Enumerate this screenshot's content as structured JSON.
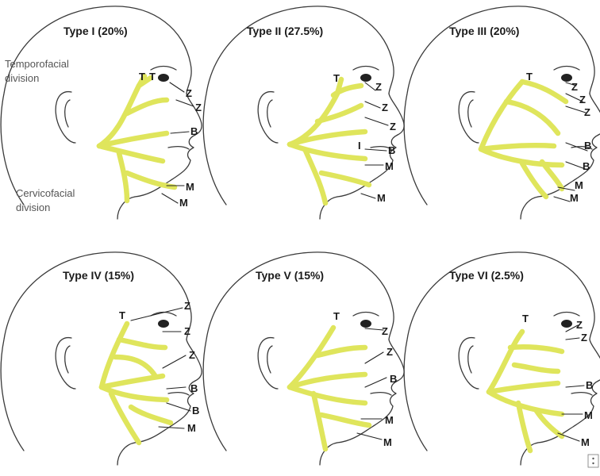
{
  "colors": {
    "nerve": "#dfe55c",
    "outline": "#3a3a3a",
    "text": "#1a1a1a",
    "annotation": "#555555"
  },
  "annotations": {
    "temporofacial": [
      "Temporofacial",
      "division"
    ],
    "cervicofacial": [
      "Cervicofacial",
      "division"
    ]
  },
  "panels": [
    {
      "title": "Type I (20%)",
      "labels": {
        "t1": "T",
        "t2": "T",
        "z1": "Z",
        "z2": "Z",
        "b": "B",
        "m1": "M",
        "m2": "M"
      }
    },
    {
      "title": "Type II (27.5%)",
      "labels": {
        "t": "T",
        "z1": "Z",
        "z2": "Z",
        "z3": "Z",
        "i": "I",
        "b": "B",
        "m1": "M",
        "m2": "M"
      }
    },
    {
      "title": "Type III (20%)",
      "labels": {
        "t": "T",
        "z1": "Z",
        "z2": "Z",
        "z3": "Z",
        "b1": "B",
        "b2": "B",
        "m1": "M",
        "m2": "M"
      }
    },
    {
      "title": "Type IV (15%)",
      "labels": {
        "t": "T",
        "z1": "Z",
        "z2": "Z",
        "z3": "Z",
        "b1": "B",
        "b2": "B",
        "m": "M"
      }
    },
    {
      "title": "Type V (15%)",
      "labels": {
        "t": "T",
        "z1": "Z",
        "z2": "Z",
        "b": "B",
        "m1": "M",
        "m2": "M"
      }
    },
    {
      "title": "Type VI (2.5%)",
      "labels": {
        "t": "T",
        "z1": "Z",
        "z2": "Z",
        "b": "B",
        "m1": "M",
        "m2": "M"
      }
    }
  ]
}
